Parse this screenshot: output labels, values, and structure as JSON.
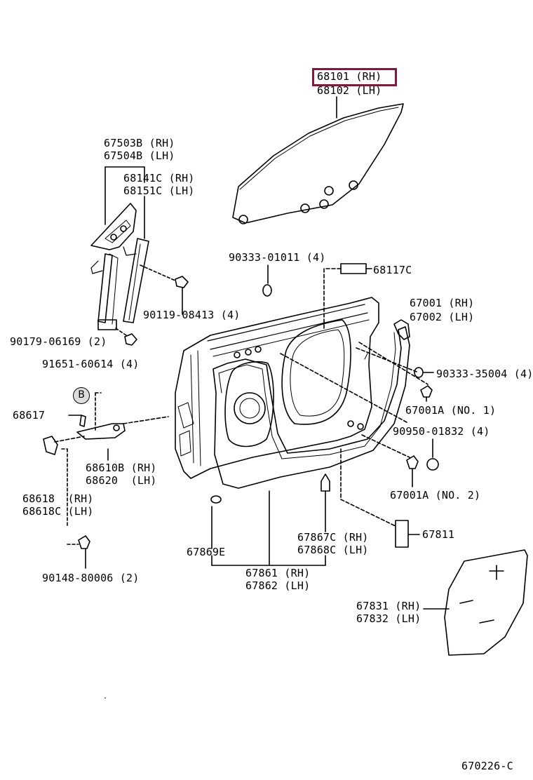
{
  "diagram": {
    "highlight_color": "#8a1538",
    "badge_b": "B",
    "code": "670226-C",
    "parts": {
      "p68101": "68101 (RH)",
      "p68102": "68102 (LH)",
      "p67503b": "67503B (RH)",
      "p67504b": "67504B (LH)",
      "p68141c": "68141C (RH)",
      "p68151c": "68151C (LH)",
      "p90333_01011": "90333-01011 (4)",
      "p68117c": "68117C",
      "p67001": "67001 (RH)",
      "p67002": "67002 (LH)",
      "p90119": "90119-08413 (4)",
      "p90179": "90179-06169 (2)",
      "p91651": "91651-60614 (4)",
      "p90333_35004": "90333-35004 (4)",
      "p68617": "68617",
      "p67001a1": "67001A (NO. 1)",
      "p90950": "90950-01832 (4)",
      "p68610b": "68610B (RH)",
      "p68620": "68620  (LH)",
      "p67001a2": "67001A (NO. 2)",
      "p68618": "68618  (RH)",
      "p68618c": "68618C (LH)",
      "p67867c": "67867C (RH)",
      "p67868c": "67868C (LH)",
      "p67811": "67811",
      "p67869e": "67869E",
      "p90148": "90148-80006 (2)",
      "p67861": "67861 (RH)",
      "p67862": "67862 (LH)",
      "p67831": "67831 (RH)",
      "p67832": "67832 (LH)"
    }
  }
}
